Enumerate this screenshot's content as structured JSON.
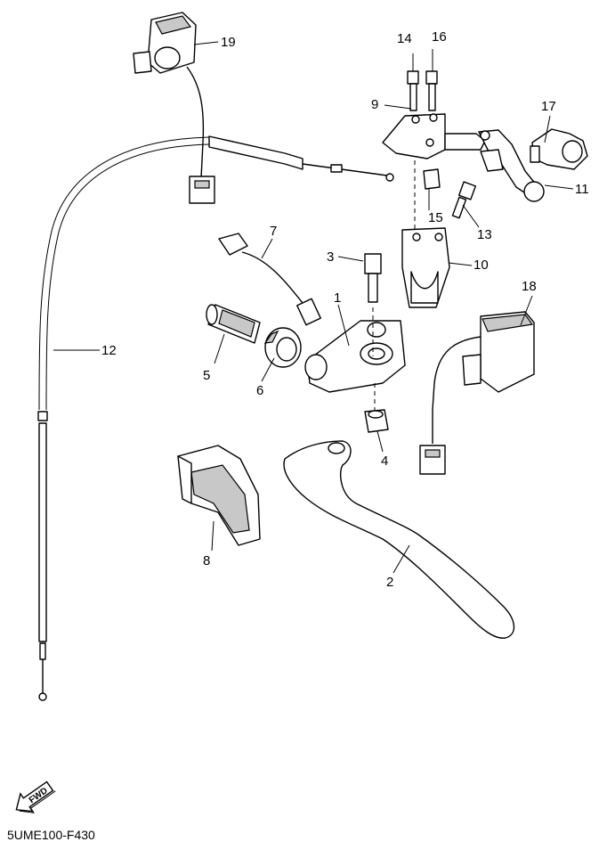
{
  "diagram": {
    "code": "5UME100-F430",
    "fwd_label": "FWD",
    "callouts": [
      "1",
      "2",
      "3",
      "4",
      "5",
      "6",
      "7",
      "8",
      "9",
      "10",
      "11",
      "12",
      "13",
      "14",
      "15",
      "16",
      "17",
      "18",
      "19"
    ]
  }
}
